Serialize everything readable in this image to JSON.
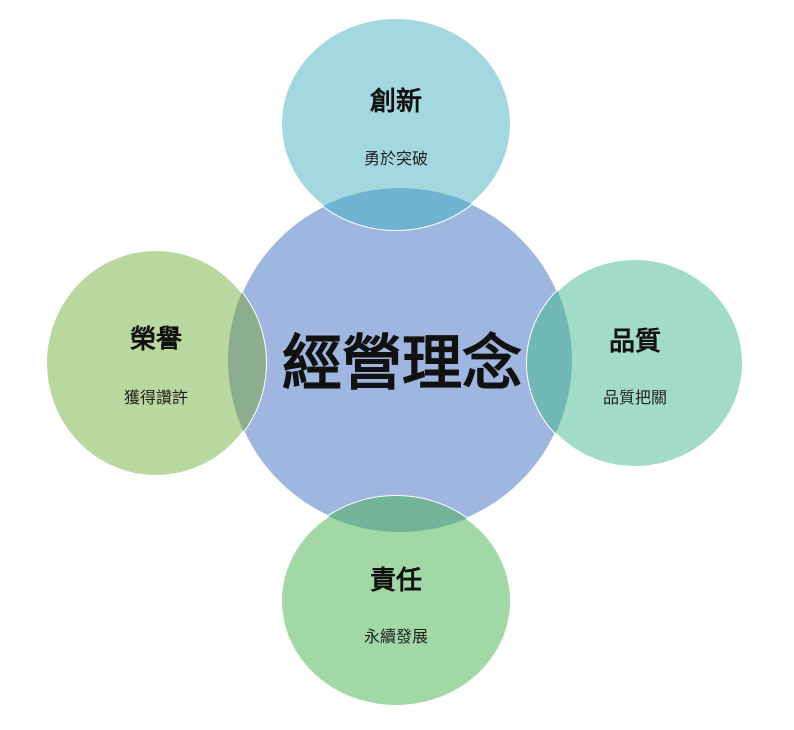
{
  "center": {
    "title": "經營理念",
    "color": "#9fb6e0"
  },
  "nodes": [
    {
      "id": "innovation",
      "title": "創新",
      "subtitle": "勇於突破",
      "color": "#a3d8e0",
      "overlap_color": "#6fb3d0"
    },
    {
      "id": "quality",
      "title": "品質",
      "subtitle": "品質把關",
      "color": "#a2dcc8",
      "overlap_color": "#6fb8b4"
    },
    {
      "id": "responsibility",
      "title": "責任",
      "subtitle": "永續發展",
      "color": "#a2d8a6",
      "overlap_color": "#73b39a"
    },
    {
      "id": "honor",
      "title": "榮譽",
      "subtitle": "獲得讚許",
      "color": "#b9d8a0",
      "overlap_color": "#8aae8e"
    }
  ]
}
